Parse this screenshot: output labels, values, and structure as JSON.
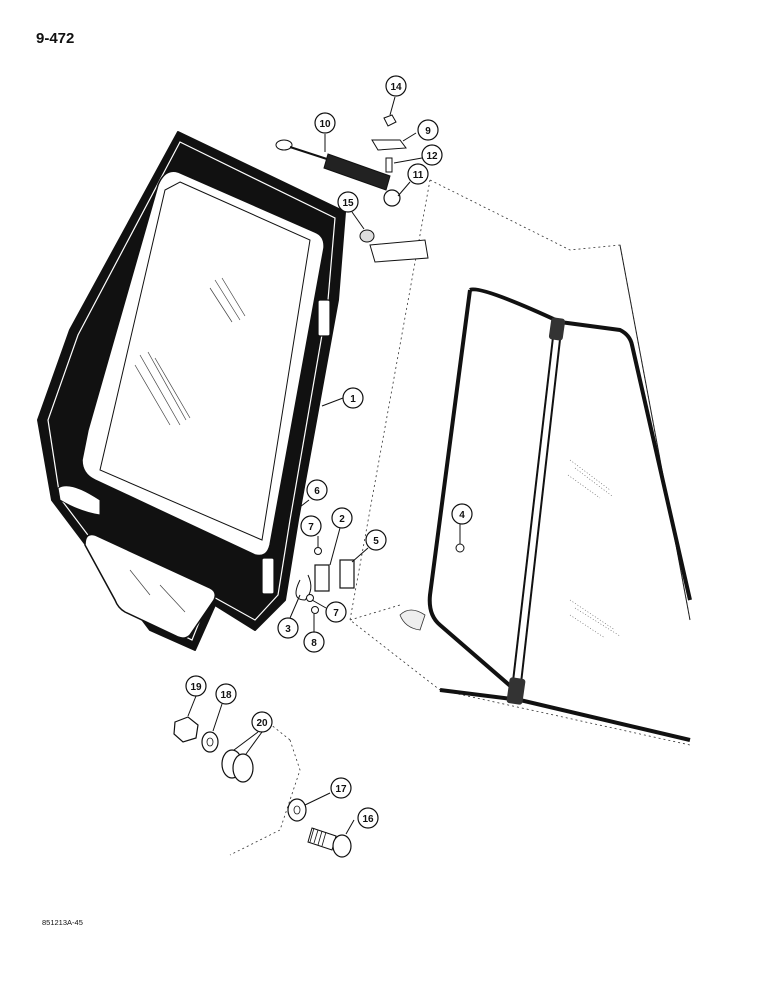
{
  "page_label": "9-472",
  "figure_ref": "851213A-45",
  "callouts": [
    "1",
    "2",
    "3",
    "4",
    "5",
    "6",
    "7",
    "7",
    "8",
    "9",
    "10",
    "11",
    "12",
    "14",
    "15",
    "16",
    "17",
    "18",
    "19",
    "20"
  ],
  "colors": {
    "ink": "#111111",
    "paper": "#ffffff"
  }
}
